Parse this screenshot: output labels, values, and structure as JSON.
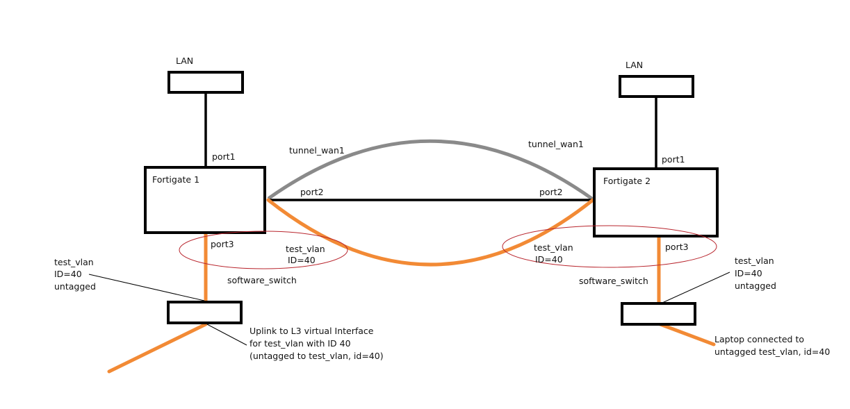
{
  "left": {
    "lan_label": "LAN",
    "port1_label": "port1",
    "fortigate_label": "Fortigate 1",
    "port2_label": "port2",
    "port3_label": "port3",
    "switch_vlan": [
      "test_vlan",
      "ID=40"
    ],
    "software_switch_label": "software_switch",
    "callout_vlan": [
      "test_vlan",
      "ID=40",
      "untagged"
    ],
    "uplink_note": [
      "Uplink to L3 virtual Interface",
      "for test_vlan with ID 40",
      "(untagged to test_vlan, id=40)"
    ],
    "tunnel_label": "tunnel_wan1"
  },
  "right": {
    "lan_label": "LAN",
    "port1_label": "port1",
    "fortigate_label": "Fortigate 2",
    "port2_label": "port2",
    "port3_label": "port3",
    "switch_vlan": [
      "test_vlan",
      "ID=40"
    ],
    "software_switch_label": "software_switch",
    "callout_vlan": [
      "test_vlan",
      "ID=40",
      "untagged"
    ],
    "laptop_note": [
      "Laptop connected to",
      "untagged test_vlan, id=40"
    ],
    "tunnel_label": "tunnel_wan1"
  },
  "colors": {
    "vlan_link": "#f28a35",
    "tunnel": "#8a8a8a",
    "switch_ellipse": "#b8242c"
  }
}
